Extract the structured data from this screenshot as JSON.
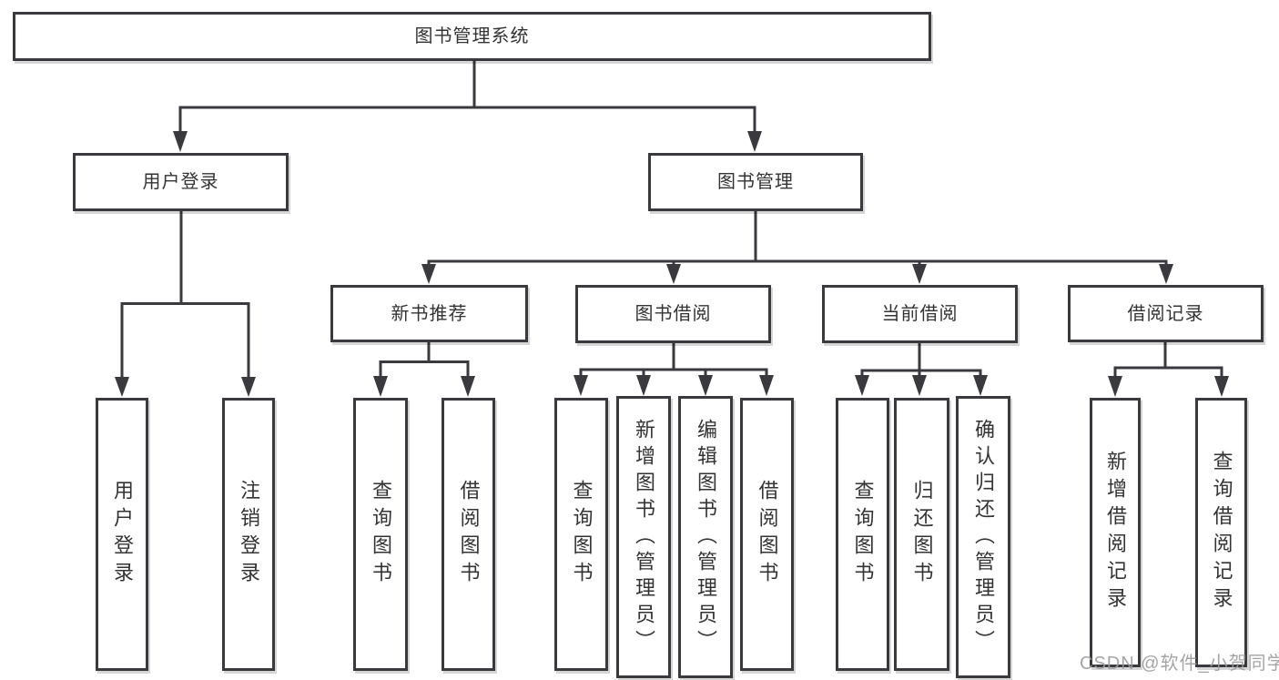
{
  "colors": {
    "line": "#3a3a3e",
    "box_border": "#3a3a3e",
    "text": "#333333",
    "background": "#ffffff",
    "watermark": "#9c9c9c"
  },
  "watermark": {
    "text": "CSDN @软件_小贺同学"
  },
  "tree": {
    "label": "图书管理系统",
    "children": [
      {
        "label": "用户登录",
        "children": [
          {
            "label": "用户登录"
          },
          {
            "label": "注销登录"
          }
        ]
      },
      {
        "label": "图书管理",
        "children": [
          {
            "label": "新书推荐",
            "children": [
              {
                "label": "查询图书"
              },
              {
                "label": "借阅图书"
              }
            ]
          },
          {
            "label": "图书借阅",
            "children": [
              {
                "label": "查询图书"
              },
              {
                "label": "新增图书（管理员）"
              },
              {
                "label": "编辑图书（管理员）"
              },
              {
                "label": "借阅图书"
              }
            ]
          },
          {
            "label": "当前借阅",
            "children": [
              {
                "label": "查询图书"
              },
              {
                "label": "归还图书"
              },
              {
                "label": "确认归还（管理员）"
              }
            ]
          },
          {
            "label": "借阅记录",
            "children": [
              {
                "label": "新增借阅记录"
              },
              {
                "label": "查询借阅记录"
              }
            ]
          }
        ]
      }
    ]
  }
}
